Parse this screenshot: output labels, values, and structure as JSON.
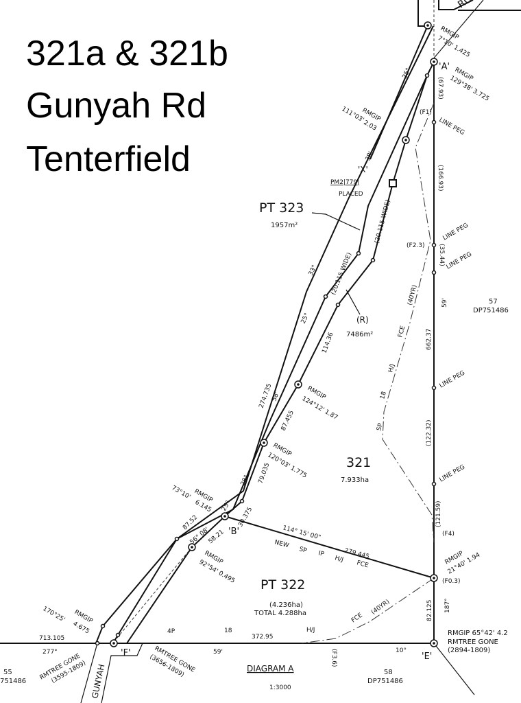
{
  "title": {
    "line1": "321a & 321b",
    "line2": "Gunyah Rd",
    "line3": "Tenterfield"
  },
  "labels": {
    "ro": "RO",
    "top_rmgip": "RMGIP",
    "top_rmgip_val": "7°10'  1.425",
    "a": "'A'",
    "a_rmgip": "RMGIP",
    "a_rmgip_val": "129°38'  3.725",
    "deg25_top": "25°",
    "d67_93": "(67.93)",
    "f1": "(F1)",
    "linepeg1": "LINE PEG",
    "x_rmgip_bearing": "111°03'",
    "x_rmgip": "RMGIP",
    "x_rmgip_dist": "2.03",
    "min38": "38'",
    "x": "'X'",
    "pm": "PM2|779|",
    "placed": "PLACED",
    "d166_93": "(166.93)",
    "pt323": "PT 323",
    "pt323_area": "1957m²",
    "wide1": "(20.115 WIDE)",
    "wide2": "(20.115 WIDE)",
    "linepeg2": "LINE PEG",
    "f2_3": "(F2.3)",
    "d35_44": "(35.44)",
    "linepeg3": "LINE PEG",
    "deg33": "33°",
    "deg25_mid": "25°",
    "r": "(R)",
    "r_area": "7486m²",
    "fence40yr": "(40YR)",
    "fce": "FCE",
    "hj": "H/J",
    "n18": "18",
    "sp": "SP",
    "lot57": "57",
    "dp57": "DP751486",
    "min59_right": "59'",
    "d662_37": "662.37",
    "d122_32": "(122.32)",
    "linepeg4": "LINE PEG",
    "linepeg5": "LINE PEG",
    "d114_36": "114.36",
    "d274_735": "274.735",
    "min58": "58'",
    "rmgip124": "RMGIP",
    "rmgip124_val": "124°12'  1.87",
    "d87_455": "87.455",
    "rmgip120": "RMGIP",
    "rmgip120_val": "120°03'  1.775",
    "lot321": "321",
    "lot321_area": "7.933ha",
    "d79_035": "79.035",
    "deg28": "28°",
    "rmgip73_b": "73°10'",
    "rmgip73": "RMGIP",
    "rmgip73_d": "6.145",
    "deg25_low": "25°",
    "d30_375": "30.375",
    "d87_52": "87.52",
    "ang56": "56° 08'",
    "d58_21": "58.21",
    "b": "'B'",
    "d121_59": "(121.59)",
    "f4": "(F4)",
    "bearing114": "114° 15' 00\"",
    "new": "NEW",
    "sp2": "SP",
    "ip": "IP",
    "hj2": "H/J",
    "fce2": "FCE",
    "d279_445": "279.445",
    "rmgip92": "RMGIP",
    "rmgip92_val": "92°54'  0.495",
    "rmgip21": "RMGIP",
    "rmgip21_val": "21°40'  1.94",
    "f0_3": "(F0.3)",
    "pt322": "PT 322",
    "pt322_area": "(4.236ha)",
    "pt322_total": "TOTAL 4.288ha",
    "fce3": "FCE",
    "fence40yr2": "(40YR)",
    "hj3": "H/J",
    "n18b": "18",
    "p4": "4P",
    "d372_95": "372.95",
    "min59_bottom": "59'",
    "min10": "10°",
    "f3_6": "(F3.6)",
    "d82_125": "82.125",
    "deg187": "187°",
    "rmgip170_b": "170°25'",
    "rmgip170": "RMGIP",
    "rmgip170_d": "4.675",
    "d713_105": "713.105",
    "deg277": "277°",
    "rmtree1": "RMTREE GONE",
    "rmtree1_ref": "(3595-1809)",
    "f": "'F'",
    "gunyah": "GUNYAH",
    "rmtree2": "RMTREE GONE",
    "rmtree2_ref": "(3656-1809)",
    "diagram": "DIAGRAM A",
    "scale": "1:3000",
    "e": "'E'",
    "lot58": "58",
    "dp58": "DP751486",
    "e_rmgip": "RMGIP 65°42' 4.2",
    "e_rmtree": "RMTREE GONE",
    "e_ref": "(2894-1809)",
    "lot55": "55",
    "dp55": "751486"
  }
}
